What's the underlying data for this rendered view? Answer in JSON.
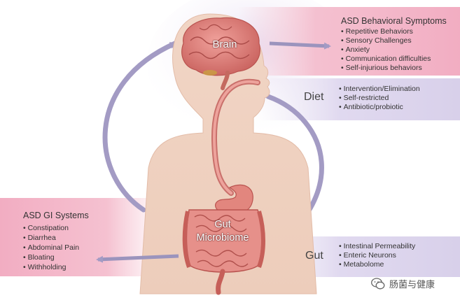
{
  "labels": {
    "brain": "Brain",
    "gut_microbiome_line1": "Gut",
    "gut_microbiome_line2": "Microbiome",
    "diet": "Diet",
    "gut": "Gut"
  },
  "behavioral": {
    "title": "ASD Behavioral Symptoms",
    "items": [
      "Repetitive Behaviors",
      "Sensory Challenges",
      "Anxiety",
      "Communication difficulties",
      "Self-injurious behaviors"
    ]
  },
  "diet_items": [
    "Intervention/Elimination",
    "Self-restricted",
    "Antibiotic/probiotic"
  ],
  "gut_items": [
    "Intestinal Permeability",
    "Enteric Neurons",
    "Metabolome"
  ],
  "gi": {
    "title": "ASD GI Systems",
    "items": [
      "Constipation",
      "Diarrhea",
      "Abdominal Pain",
      "Bloating",
      "Withholding"
    ]
  },
  "watermark": {
    "icon": "wechat-icon",
    "text": "肠菌与健康"
  },
  "colors": {
    "pink_panel": "#f3b8c8",
    "lavender_panel": "#dcd4ec",
    "skin": "#f2d6c6",
    "arrow": "#a39bc4",
    "organ": "#d9726a"
  }
}
